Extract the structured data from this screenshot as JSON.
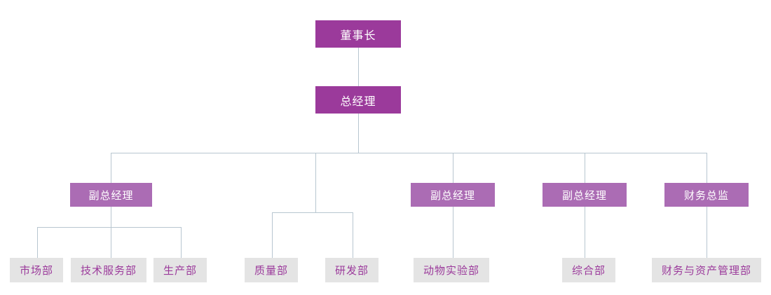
{
  "chart": {
    "title": "",
    "type": "org-chart",
    "colors": {
      "executive_box": "#9b3a9b",
      "vp_box": "#ab6cb4",
      "department_box": "#e4e4e4",
      "department_text": "#9b3a9b",
      "connector_line": "#b8c6d0",
      "executive_text": "#ffffff",
      "background": "#ffffff"
    },
    "levels": {
      "level1": [
        {
          "id": "chairman",
          "label": "董事长"
        }
      ],
      "level2": [
        {
          "id": "general-manager",
          "label": "总经理"
        }
      ],
      "level3": [
        {
          "id": "vp-1",
          "label": "副总经理"
        },
        {
          "id": "vp-2",
          "label": "副总经理"
        },
        {
          "id": "vp-3",
          "label": "副总经理"
        },
        {
          "id": "finance-director",
          "label": "财务总监"
        }
      ],
      "level4": [
        {
          "id": "dept-marketing",
          "label": "市场部"
        },
        {
          "id": "dept-tech-service",
          "label": "技术服务部"
        },
        {
          "id": "dept-production",
          "label": "生产部"
        },
        {
          "id": "dept-quality",
          "label": "质量部"
        },
        {
          "id": "dept-rnd",
          "label": "研发部"
        },
        {
          "id": "dept-animal-lab",
          "label": "动物实验部"
        },
        {
          "id": "dept-general-affairs",
          "label": "综合部"
        },
        {
          "id": "dept-finance-asset",
          "label": "财务与资产管理部"
        }
      ]
    }
  }
}
